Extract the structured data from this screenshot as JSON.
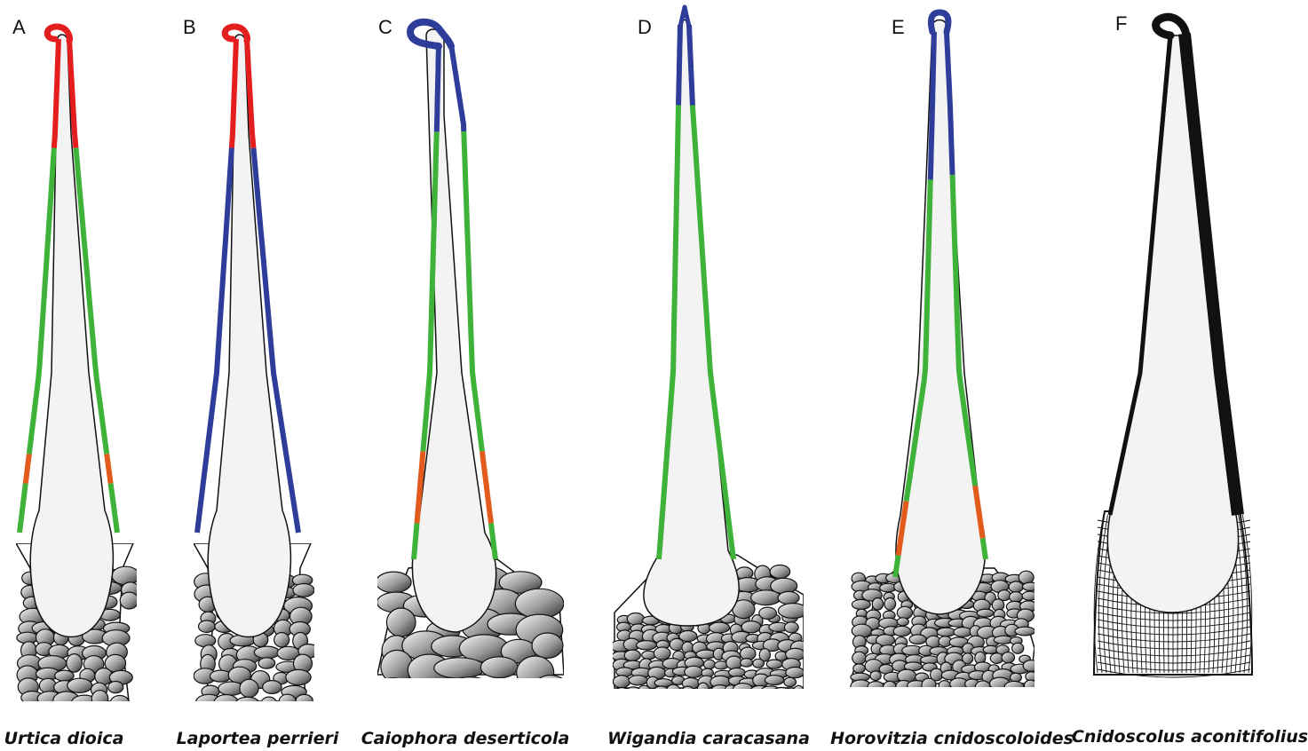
{
  "colors": {
    "red": "#e41e1e",
    "green": "#3fb23a",
    "blue": "#2e3d9a",
    "orange": "#e25a1c",
    "outline": "#111111",
    "lumen": "#f3f3f3"
  },
  "panels": [
    {
      "letter": "A",
      "species": "Urtica dioica",
      "base": "pedestal-small",
      "wall": [
        {
          "color": "red",
          "from": 0,
          "to": 0.22
        },
        {
          "color": "green",
          "from": 0.22,
          "to": 0.84
        },
        {
          "color": "orange",
          "from": 0.84,
          "to": 0.9
        },
        {
          "color": "green",
          "from": 0.9,
          "to": 1
        }
      ]
    },
    {
      "letter": "B",
      "species": "Laportea perrieri",
      "base": "pedestal-small",
      "wall": [
        {
          "color": "red",
          "from": 0,
          "to": 0.22
        },
        {
          "color": "blue",
          "from": 0.22,
          "to": 1
        }
      ]
    },
    {
      "letter": "C",
      "species": "Caiophora deserticola",
      "base": "cushion-large",
      "wall": [
        {
          "color": "blue",
          "from": 0,
          "to": 0.17
        },
        {
          "color": "green",
          "from": 0.17,
          "to": 0.79
        },
        {
          "color": "orange",
          "from": 0.79,
          "to": 0.93
        },
        {
          "color": "green",
          "from": 0.93,
          "to": 1
        }
      ]
    },
    {
      "letter": "D",
      "species": "Wigandia caracasana",
      "base": "flat-layer",
      "wall": [
        {
          "color": "blue",
          "from": 0,
          "to": 0.15
        },
        {
          "color": "green",
          "from": 0.15,
          "to": 1
        }
      ]
    },
    {
      "letter": "E",
      "species": "Horovitzia cnidoscoloides",
      "base": "cushion-dense",
      "wall": [
        {
          "color": "blue",
          "from": 0,
          "to": 0.27
        },
        {
          "color": "green",
          "from": 0.27,
          "to": 0.86
        },
        {
          "color": "orange",
          "from": 0.86,
          "to": 0.96
        },
        {
          "color": "green",
          "from": 0.96,
          "to": 1
        }
      ]
    },
    {
      "letter": "F",
      "species": "Cnidoscolus aconitifolius",
      "base": "mesh",
      "wall": [
        {
          "color": "outline",
          "from": 0,
          "to": 1
        }
      ]
    }
  ]
}
